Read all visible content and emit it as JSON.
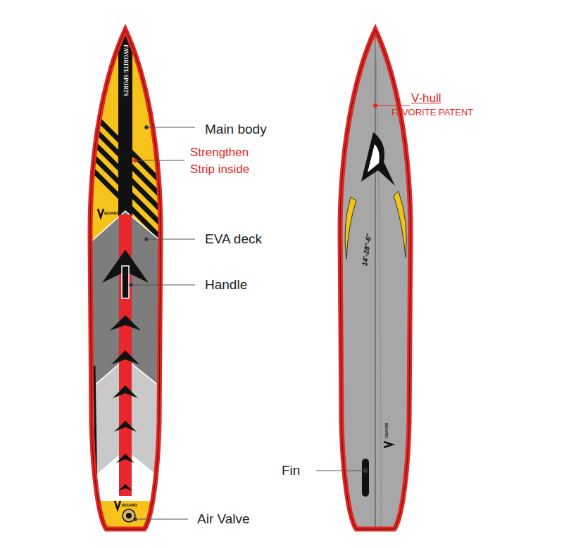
{
  "diagram": {
    "labels": [
      "FAVORITE SPORTS",
      "Main body",
      "Strengthen Strip inside",
      "EVA deck",
      "Handle",
      "BOARD",
      "BOARD",
      "Air Valve",
      "V-hull",
      "FAVORITE PATENT",
      "14'-28\"-6\"",
      "BOARD",
      "Fin"
    ]
  }
}
